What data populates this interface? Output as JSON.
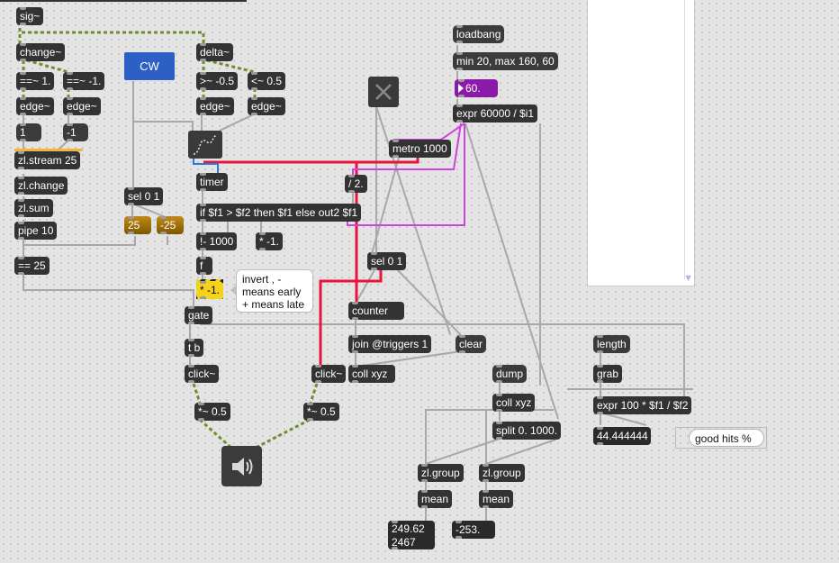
{
  "objects": {
    "sig": "sig~",
    "change": "change~",
    "eq1": "==~ 1.",
    "eqm1": "==~ -1.",
    "edge1": "edge~",
    "edge2": "edge~",
    "edge3": "edge~",
    "edge4": "edge~",
    "one": "1",
    "minus_one": "-1",
    "zl_stream": "zl.stream 25",
    "zl_change": "zl.change",
    "zl_sum": "zl.sum",
    "pipe": "pipe 10",
    "eq25": "== 25",
    "cw": "CW",
    "sel01_a": "sel 0 1",
    "val25": "25",
    "valm25": "-25",
    "delta": "delta~",
    "gte": ">~ -0.5",
    "lte": "<~ 0.5",
    "timer": "timer",
    "ifexpr": "if $f1 > $f2 then $f1 else out2 $f1",
    "rminus": "!- 1000",
    "times_m1": "* -1.",
    "f": "f",
    "times_m1_msg": "* -1.",
    "gate": "gate",
    "tb": "t b",
    "click1": "click~",
    "click2": "click~",
    "mul05_a": "*~ 0.5",
    "mul05_b": "*~ 0.5",
    "loadbang": "loadbang",
    "minmax": "min 20, max 160, 60",
    "number60": "60.",
    "expr60000": "expr 60000 / $i1",
    "metro": "metro 1000",
    "div2": "/ 2.",
    "sel01_b": "sel 0 1",
    "counter": "counter",
    "join": "join @triggers 1",
    "clear": "clear",
    "coll_xyz": "coll xyz",
    "dump": "dump",
    "coll_xyz2": "coll xyz",
    "split": "split 0. 1000.",
    "length": "length",
    "grab": "grab",
    "expr100": "expr 100 * $f1 / $f2",
    "pct_value": "44.444444",
    "good_hits": "good hits %",
    "zlgroup1": "zl.group",
    "zlgroup2": "zl.group",
    "mean1": "mean",
    "mean2": "mean",
    "mean1_value_line1": "249.62",
    "mean1_value_line2": "2467",
    "mean2_value": "-253."
  },
  "comment": {
    "line1": "invert , -",
    "line2": "means early",
    "line3": "+ means late"
  },
  "colors": {
    "canvas": "#e4e4e4",
    "object": "#333333",
    "wire_gray": "#a8a8a8",
    "wire_signal": "#6f8f2f",
    "wire_red": "#e8143c",
    "wire_purple": "#cc44dd",
    "wire_blue": "#2a7ad8",
    "cw_button": "#2e5fc4",
    "purple_number": "#8c1aa8",
    "gold_number": "#a87606",
    "yellow_message": "#f5d21c"
  },
  "icons": {
    "toggle": "close-x-icon",
    "speaker": "speaker-icon",
    "function": "function-curve-icon"
  }
}
